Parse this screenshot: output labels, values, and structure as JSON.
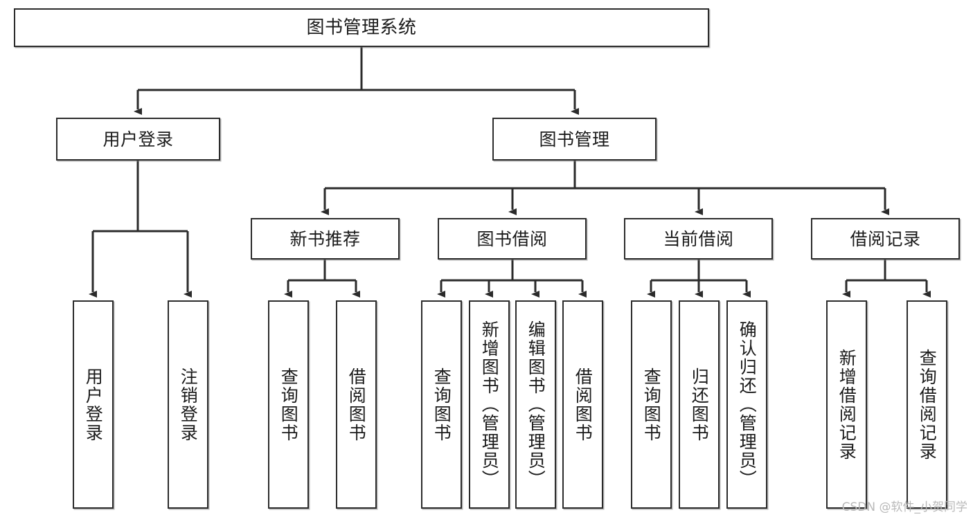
{
  "diagram": {
    "title": "图书管理系统",
    "watermark": "CSDN @软件_小贺同学",
    "colors": {
      "box_border": "#2b2b2b",
      "box_fill": "#ffffff",
      "edge": "#2b2b2b",
      "text": "#1a1a1a",
      "watermark": "#b9b9b9"
    },
    "levels": {
      "root": "图书管理系统",
      "level2": [
        "用户登录",
        "图书管理"
      ],
      "level3": [
        "新书推荐",
        "图书借阅",
        "当前借阅",
        "借阅记录"
      ]
    },
    "nodes": {
      "root": "图书管理系统",
      "user_login": "用户登录",
      "book_manage": "图书管理",
      "new_book_rec": "新书推荐",
      "book_borrow": "图书借阅",
      "current_borrow": "当前借阅",
      "borrow_record": "借阅记录",
      "leaf_user_login": "用户登录",
      "leaf_logout": "注销登录",
      "leaf_query_book_1": "查询图书",
      "leaf_borrow_book_1": "借阅图书",
      "leaf_query_book_2": "查询图书",
      "leaf_add_book_admin": "新增图书（管理员）",
      "leaf_edit_book_admin": "编辑图书（管理员）",
      "leaf_borrow_book_2": "借阅图书",
      "leaf_query_book_3": "查询图书",
      "leaf_return_book": "归还图书",
      "leaf_confirm_return_admin": "确认归还（管理员）",
      "leaf_add_record": "新增借阅记录",
      "leaf_query_record": "查询借阅记录"
    }
  }
}
